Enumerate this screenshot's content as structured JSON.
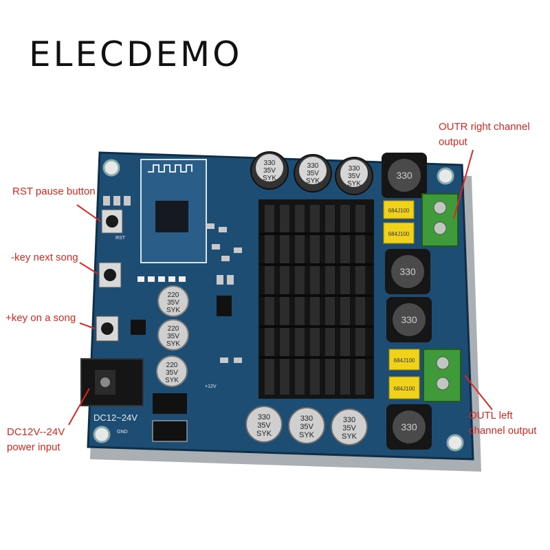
{
  "brand": {
    "text": "ELECDEMO"
  },
  "labels": {
    "outr": {
      "line1": "OUTR right channel",
      "line2": "output"
    },
    "rst": "RST pause button",
    "key_next": "-key next song",
    "key_prev": "+key on a song",
    "power": {
      "line1": "DC12V--24V",
      "line2": "power input"
    },
    "outl": {
      "line1": "OUTL left",
      "line2": "channel output"
    }
  },
  "board": {
    "silkscreen": "DC12~24V",
    "cap_small": [
      "220",
      "35V",
      "SYK"
    ],
    "cap_large": [
      "330",
      "35V",
      "SYK"
    ],
    "inductor": "330",
    "film_cap": "684J100",
    "small_labels": {
      "gnd": "GND",
      "v12": "+12V",
      "rst": "RST"
    }
  },
  "colors": {
    "label": "#e0261d",
    "pcb": "#1d4d72",
    "heatsink": "#1a1a1a",
    "terminal": "#3f9a3a",
    "filmcap": "#f0d21a"
  }
}
